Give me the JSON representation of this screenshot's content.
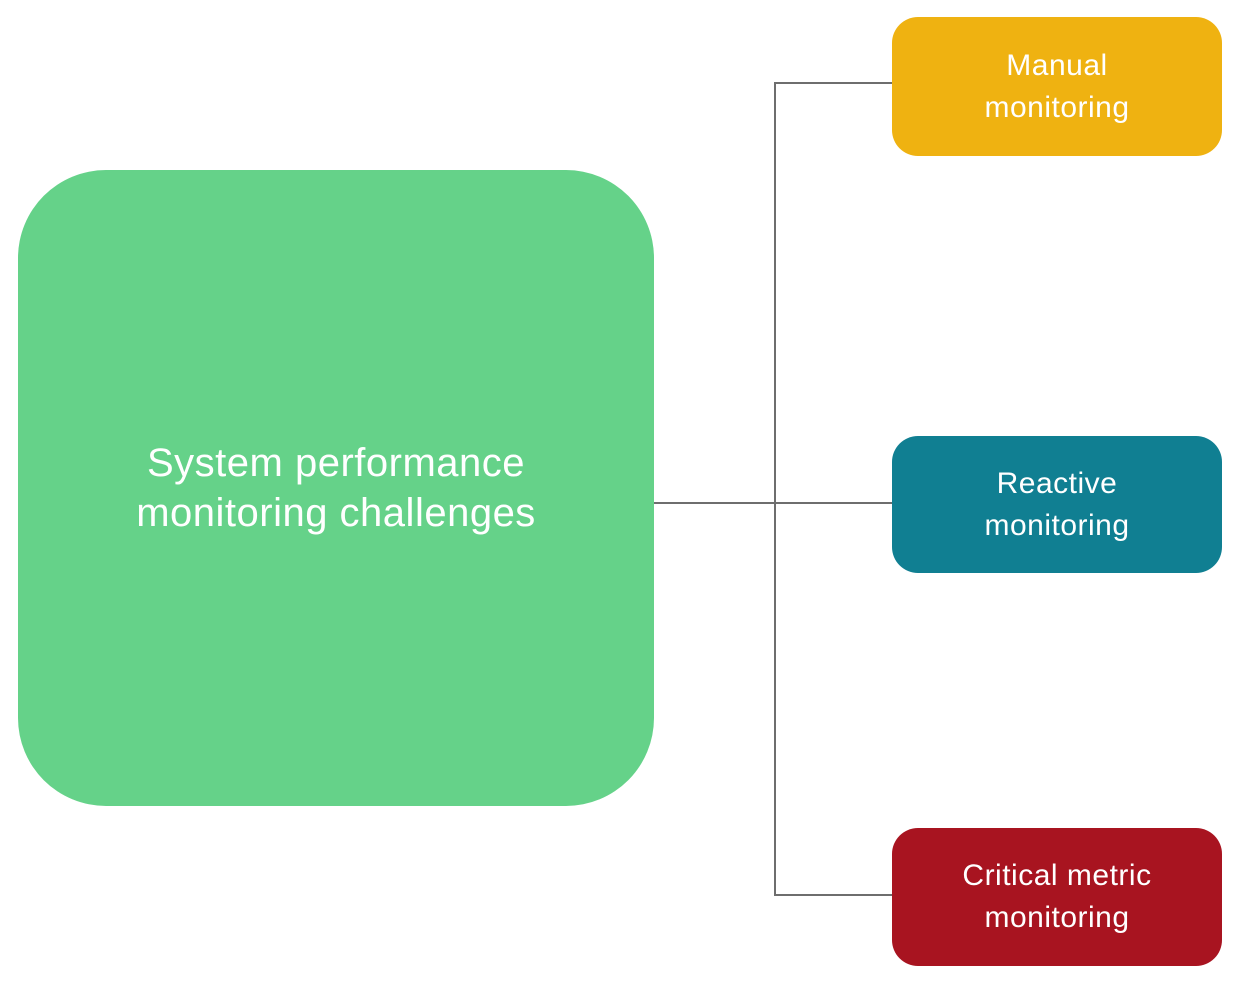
{
  "diagram": {
    "background": "#FFFFFF",
    "connector_color": "#6E6E6E",
    "text_color": "#FFFFFF",
    "root": {
      "label": "System performance monitoring challenges",
      "fill": "#65D289"
    },
    "children": [
      {
        "label": "Manual monitoring",
        "fill": "#EFB211"
      },
      {
        "label": "Reactive monitoring",
        "fill": "#107F92"
      },
      {
        "label": "Critical metric monitoring",
        "fill": "#A81420"
      }
    ]
  }
}
